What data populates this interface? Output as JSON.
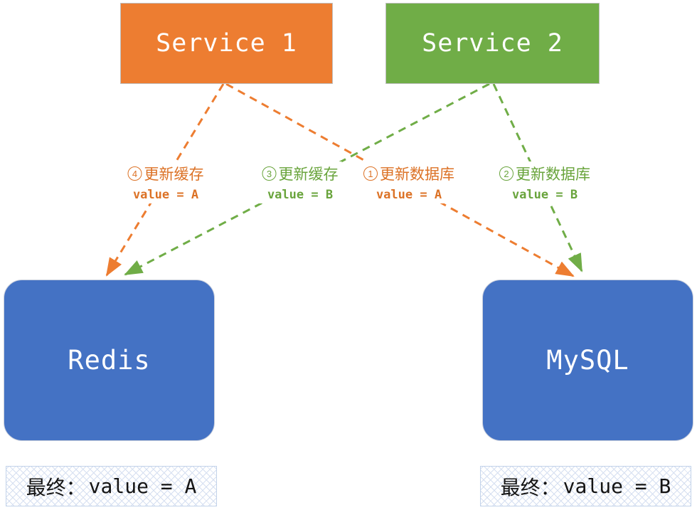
{
  "diagram": {
    "title_implicit": "cache-database update race between two services",
    "colors": {
      "orange": "#ED7D31",
      "green": "#70AD47",
      "blue": "#4472C4",
      "orange_text": "#DC7226",
      "green_text": "#69A43C",
      "result_pattern_blue": "#D5DFF1"
    },
    "nodes": {
      "service1": {
        "label": "Service 1"
      },
      "service2": {
        "label": "Service 2"
      },
      "redis": {
        "label": "Redis"
      },
      "mysql": {
        "label": "MySQL"
      }
    },
    "steps": [
      {
        "num": "1",
        "circled": "①",
        "action": "更新数据库",
        "value": "value = A",
        "color": "orange",
        "from": "Service 1",
        "to": "MySQL"
      },
      {
        "num": "2",
        "circled": "②",
        "action": "更新数据库",
        "value": "value = B",
        "color": "green",
        "from": "Service 2",
        "to": "MySQL"
      },
      {
        "num": "3",
        "circled": "③",
        "action": "更新缓存",
        "value": "value = B",
        "color": "green",
        "from": "Service 2",
        "to": "Redis"
      },
      {
        "num": "4",
        "circled": "④",
        "action": "更新缓存",
        "value": "value = A",
        "color": "orange",
        "from": "Service 1",
        "to": "Redis"
      }
    ],
    "results": {
      "redis": {
        "prefix": "最终：",
        "value": "value = A"
      },
      "mysql": {
        "prefix": "最终：",
        "value": "value = B"
      }
    }
  }
}
